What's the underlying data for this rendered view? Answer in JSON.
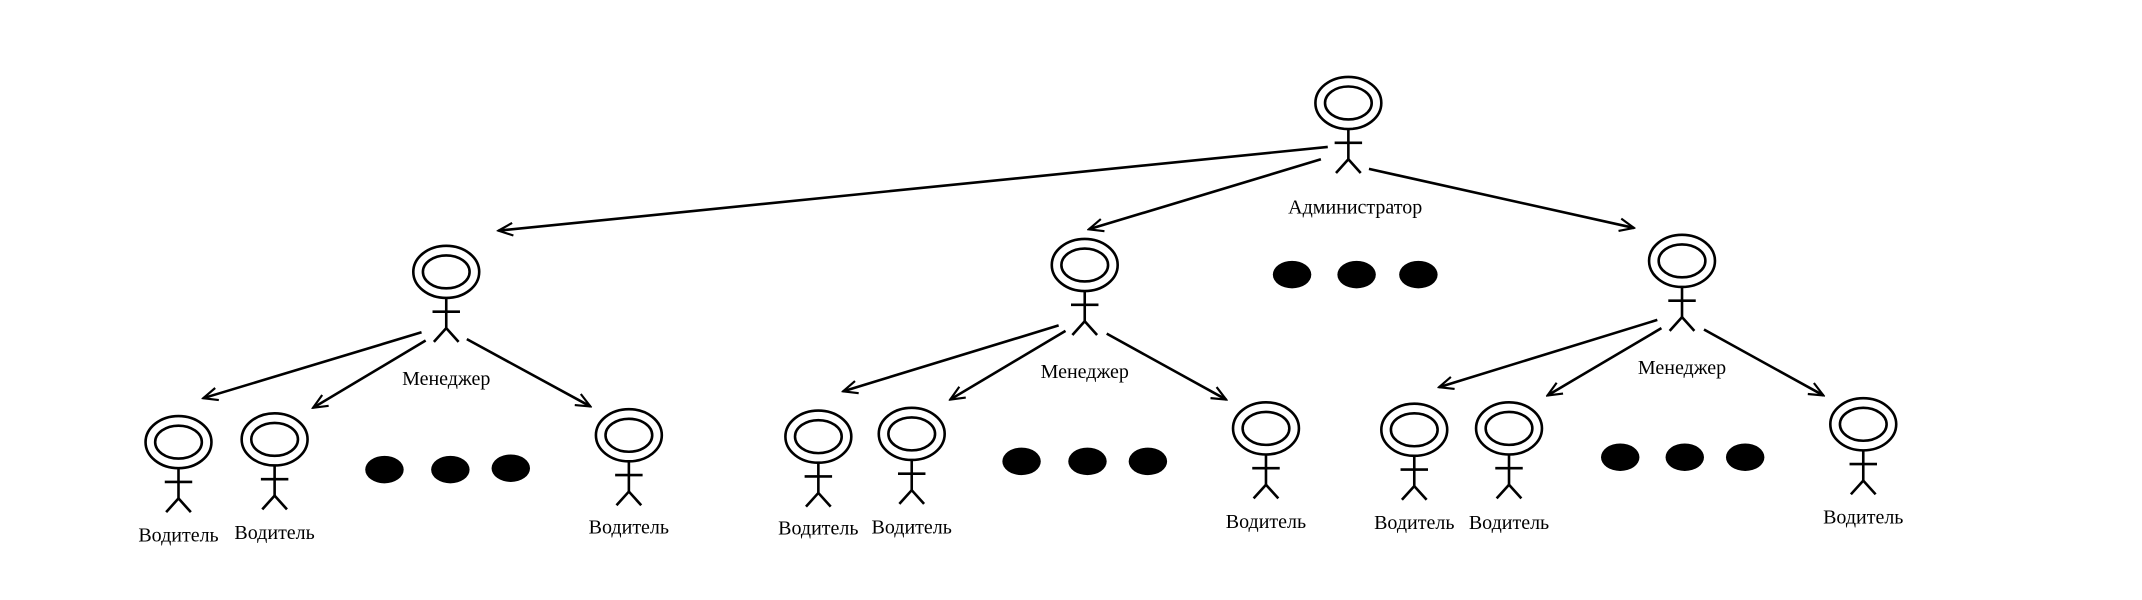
{
  "colors": {
    "ink": "#000000",
    "background": "#ffffff"
  },
  "actors": [
    {
      "id": "admin",
      "label": "Администратор"
    },
    {
      "id": "mgr1",
      "label": "Менеджер"
    },
    {
      "id": "mgr2",
      "label": "Менеджер"
    },
    {
      "id": "mgr3",
      "label": "Менеджер"
    },
    {
      "id": "drv1a",
      "label": "Водитель"
    },
    {
      "id": "drv1b",
      "label": "Водитель"
    },
    {
      "id": "drv1c",
      "label": "Водитель"
    },
    {
      "id": "drv2a",
      "label": "Водитель"
    },
    {
      "id": "drv2b",
      "label": "Водитель"
    },
    {
      "id": "drv2c",
      "label": "Водитель"
    },
    {
      "id": "drv3a",
      "label": "Водитель"
    },
    {
      "id": "drv3b",
      "label": "Водитель"
    },
    {
      "id": "drv3c",
      "label": "Водитель"
    }
  ],
  "relations": [
    {
      "from": "admin",
      "to": "mgr1"
    },
    {
      "from": "admin",
      "to": "mgr2"
    },
    {
      "from": "admin",
      "to": "mgr3"
    },
    {
      "from": "mgr1",
      "to": "drv1a"
    },
    {
      "from": "mgr1",
      "to": "drv1b"
    },
    {
      "from": "mgr1",
      "to": "drv1c"
    },
    {
      "from": "mgr2",
      "to": "drv2a"
    },
    {
      "from": "mgr2",
      "to": "drv2b"
    },
    {
      "from": "mgr2",
      "to": "drv2c"
    },
    {
      "from": "mgr3",
      "to": "drv3a"
    },
    {
      "from": "mgr3",
      "to": "drv3b"
    },
    {
      "from": "mgr3",
      "to": "drv3c"
    }
  ],
  "ellipses": [
    "admin-level",
    "manager-1",
    "manager-2",
    "manager-3"
  ]
}
